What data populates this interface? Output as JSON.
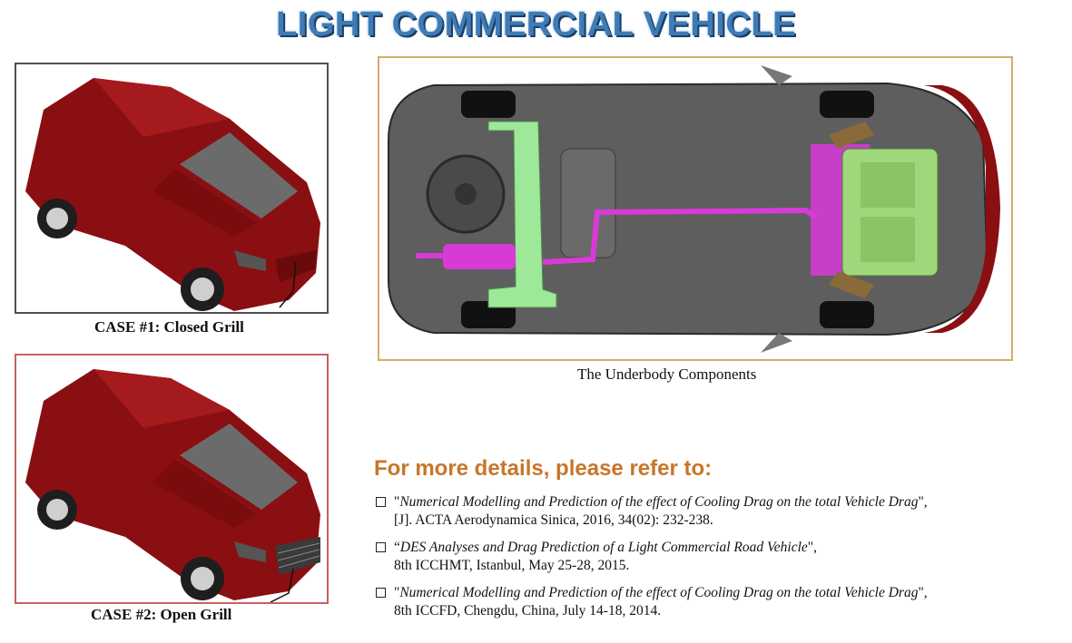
{
  "title": "LIGHT COMMERCIAL VEHICLE",
  "captions": {
    "case1": "CASE #1: Closed Grill",
    "case2": "CASE #2: Open Grill",
    "underbody": "The Underbody Components"
  },
  "refs_heading": "For more details, please refer to:",
  "references": [
    {
      "q1": "\"",
      "title": "Numerical Modelling and Prediction of the effect of Cooling Drag on the total Vehicle  Drag",
      "q2": "\",",
      "line2": "[J]. ACTA Aerodynamica Sinica, 2016, 34(02): 232-238."
    },
    {
      "q1": "“",
      "title": "DES Analyses and Drag Prediction of a Light Commercial Road Vehicle",
      "q2": "\",",
      "line2": "8th ICCHMT, Istanbul, May 25-28, 2015."
    },
    {
      "q1": "\"",
      "title": "Numerical Modelling and Prediction of the effect of Cooling Drag on the total Vehicle Drag",
      "q2": "\",",
      "line2": "8th ICCFD, Chengdu, China, July 14-18, 2014."
    }
  ],
  "colors": {
    "title_blue": "#3f7bb5",
    "heading_orange": "#c8762a",
    "van_red": "#8a0f12",
    "frame_green": "#9ee89a",
    "exhaust_magenta": "#d83ad8"
  }
}
